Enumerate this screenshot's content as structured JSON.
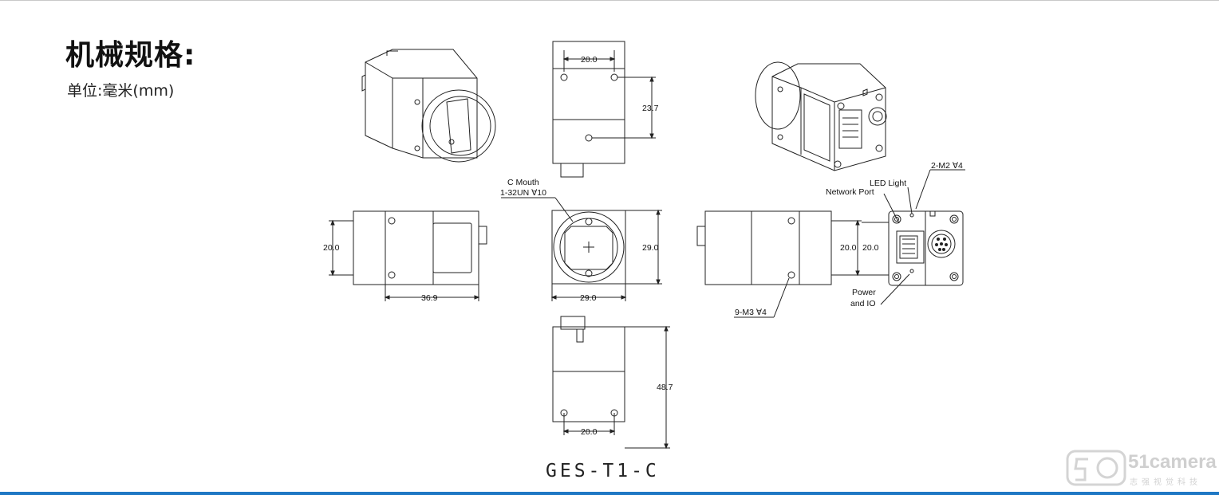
{
  "header": {
    "title": "机械规格:",
    "unit": "单位:毫米(mm)"
  },
  "dimensions": {
    "top_width": "20.0",
    "top_height": "23.7",
    "left_height": "20.0",
    "left_width": "36.9",
    "front_height": "29.0",
    "front_width": "29.0",
    "right_height_a": "20.0",
    "right_height_b": "20.0",
    "bottom_height": "48.7",
    "bottom_width": "20.0"
  },
  "callouts": {
    "c_mouth_line1": "C Mouth",
    "c_mouth_line2": "1-32UN ∀10",
    "m2": "2-M2 ∀4",
    "led": "LED Light",
    "network": "Network Port",
    "power_line1": "Power",
    "power_line2": "and IO",
    "m3": "9-M3 ∀4"
  },
  "model": "GES-T1-C",
  "watermark": {
    "brand": "51camera",
    "sub": "志强视觉科技"
  }
}
